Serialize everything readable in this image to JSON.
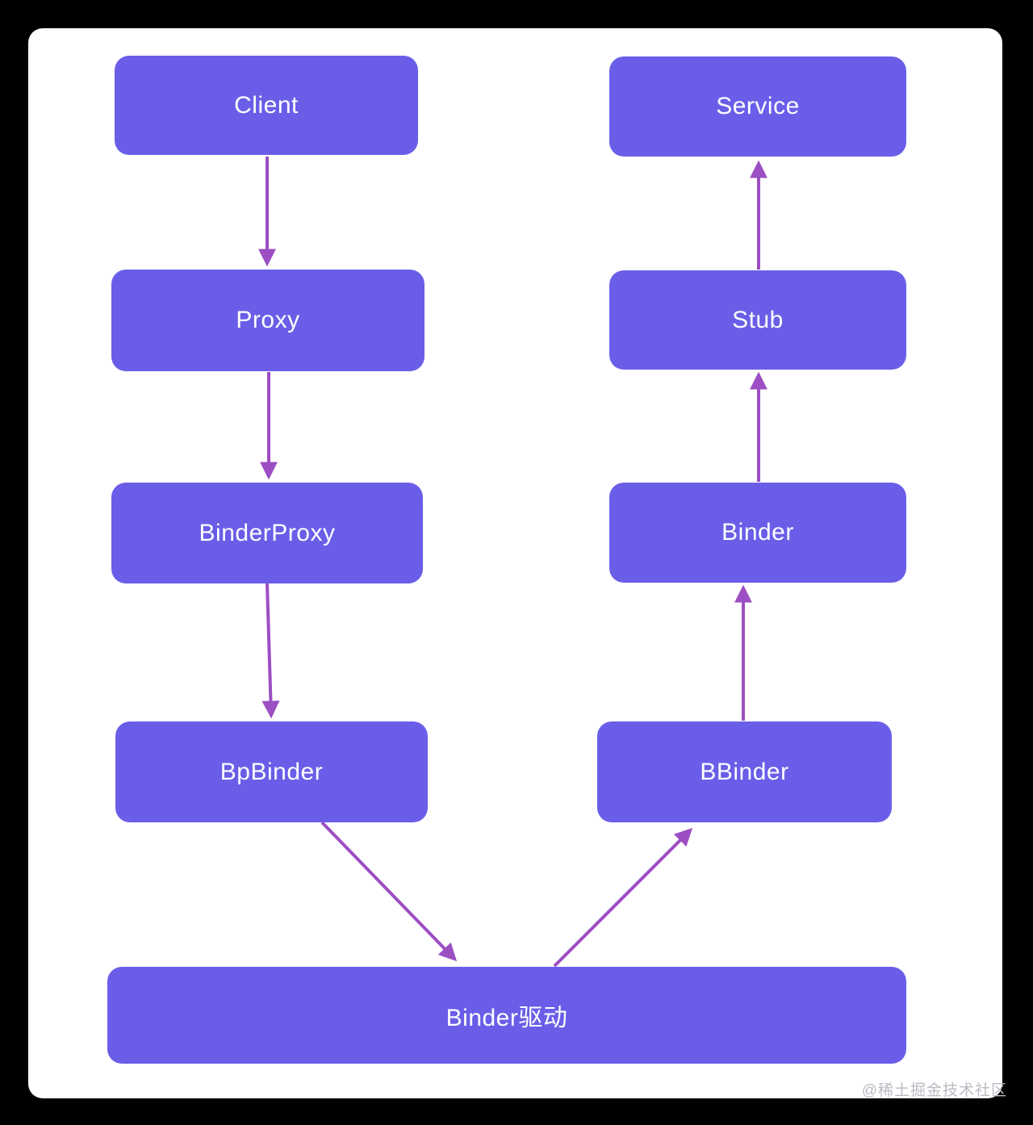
{
  "diagram": {
    "description": "Binder IPC architecture diagram",
    "watermark": "@稀土掘金技术社区",
    "colors": {
      "frame": "#000000",
      "canvas": "#ffffff",
      "node_fill": "#6a5ee8",
      "node_text": "#ffffff",
      "arrow": "#9c4ec3",
      "watermark_text": "#babbc3"
    },
    "nodes": {
      "client": {
        "label": "Client"
      },
      "proxy": {
        "label": "Proxy"
      },
      "binderproxy": {
        "label": "BinderProxy"
      },
      "bpbinder": {
        "label": "BpBinder"
      },
      "service": {
        "label": "Service"
      },
      "stub": {
        "label": "Stub"
      },
      "binder": {
        "label": "Binder"
      },
      "bbinder": {
        "label": "BBinder"
      },
      "driver": {
        "label": "Binder驱动"
      }
    },
    "edges": [
      {
        "from": "Client",
        "to": "Proxy"
      },
      {
        "from": "Proxy",
        "to": "BinderProxy"
      },
      {
        "from": "BinderProxy",
        "to": "BpBinder"
      },
      {
        "from": "BpBinder",
        "to": "Binder驱动"
      },
      {
        "from": "Binder驱动",
        "to": "BBinder"
      },
      {
        "from": "BBinder",
        "to": "Binder"
      },
      {
        "from": "Binder",
        "to": "Stub"
      },
      {
        "from": "Stub",
        "to": "Service"
      }
    ]
  }
}
